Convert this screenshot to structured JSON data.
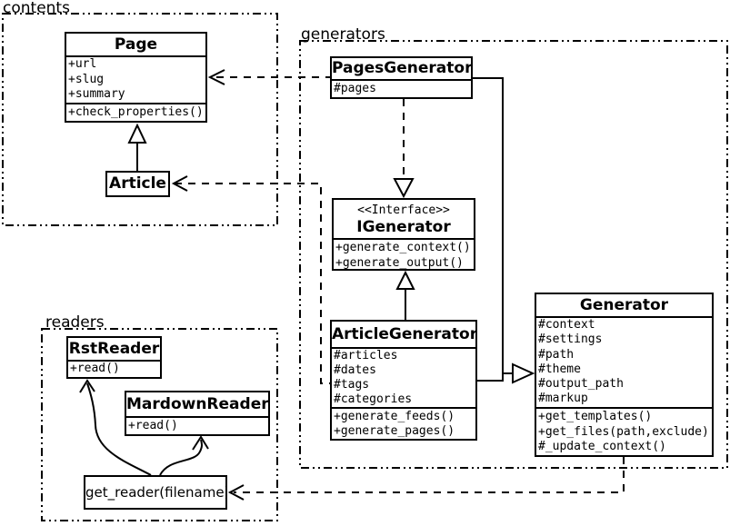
{
  "packages": {
    "contents": {
      "label": "contents"
    },
    "generators": {
      "label": "generators"
    },
    "readers": {
      "label": "readers"
    }
  },
  "classes": {
    "page": {
      "title": "Page",
      "attributes": [
        "+url",
        "+slug",
        "+summary"
      ],
      "methods": [
        "+check_properties()"
      ]
    },
    "article": {
      "title": "Article"
    },
    "pages_generator": {
      "title": "PagesGenerator",
      "attributes": [
        "#pages"
      ]
    },
    "igenerator": {
      "stereotype": "<<Interface>>",
      "title": "IGenerator",
      "methods": [
        "+generate_context()",
        "+generate_output()"
      ]
    },
    "article_generator": {
      "title": "ArticleGenerator",
      "attributes": [
        "#articles",
        "#dates",
        "#tags",
        "#categories"
      ],
      "methods": [
        "+generate_feeds()",
        "+generate_pages()"
      ]
    },
    "generator": {
      "title": "Generator",
      "attributes": [
        "#context",
        "#settings",
        "#path",
        "#theme",
        "#output_path",
        "#markup"
      ],
      "methods": [
        "+get_templates()",
        "+get_files(path,exclude)",
        "#_update_context()"
      ]
    },
    "rst_reader": {
      "title": "RstReader",
      "methods": [
        "+read()"
      ]
    },
    "mardown_reader": {
      "title": "MardownReader",
      "methods": [
        "+read()"
      ]
    },
    "get_reader": {
      "title": "get_reader(filename)"
    }
  },
  "relationships": [
    {
      "type": "inheritance",
      "from": "Article",
      "to": "Page"
    },
    {
      "type": "dependency",
      "from": "PagesGenerator",
      "to": "Page"
    },
    {
      "type": "dependency",
      "from": "ArticleGenerator",
      "to": "Article"
    },
    {
      "type": "realization",
      "from": "PagesGenerator",
      "to": "IGenerator"
    },
    {
      "type": "inheritance",
      "from": "ArticleGenerator",
      "to": "IGenerator"
    },
    {
      "type": "inheritance",
      "from": "PagesGenerator",
      "to": "Generator"
    },
    {
      "type": "inheritance",
      "from": "ArticleGenerator",
      "to": "Generator"
    },
    {
      "type": "dependency",
      "from": "Generator",
      "to": "get_reader(filename)"
    },
    {
      "type": "call",
      "from": "get_reader(filename)",
      "to": "RstReader"
    },
    {
      "type": "call",
      "from": "get_reader(filename)",
      "to": "MardownReader"
    }
  ],
  "colors": {
    "line": "#000000",
    "background": "#ffffff"
  }
}
